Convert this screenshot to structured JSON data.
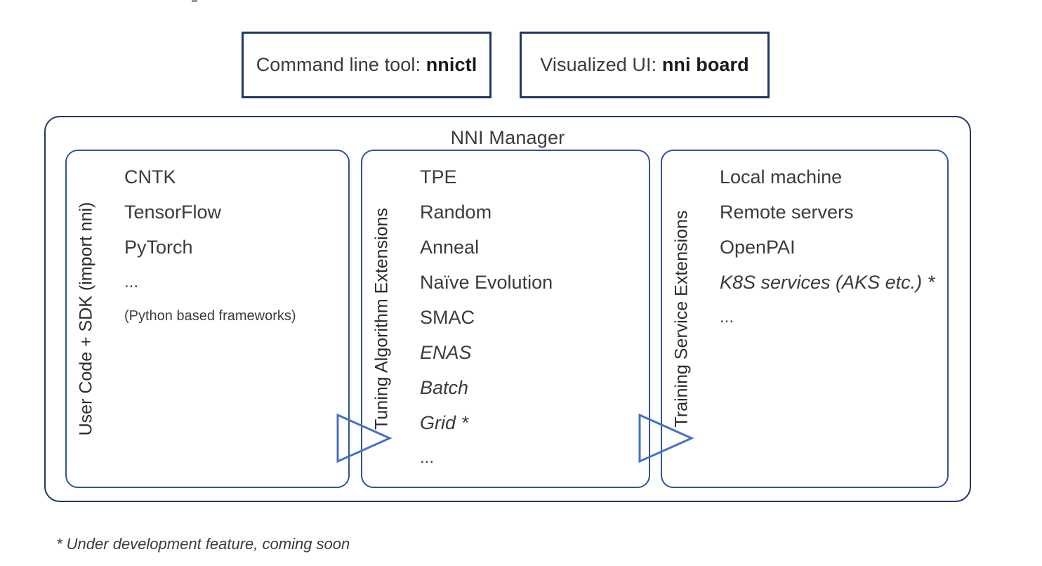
{
  "diagram": {
    "title": "NNI Manager",
    "footnote": "* Under development feature, coming soon",
    "colors": {
      "outer_border": "#1F3864",
      "panel_border": "#2E5597",
      "arrow": "#4472C4",
      "text": "#3b3b3b",
      "background": "#ffffff"
    }
  },
  "top_boxes": [
    {
      "name": "command-line-tool",
      "prefix": "Command line tool: ",
      "strong": "nnictl"
    },
    {
      "name": "visualized-ui",
      "prefix": "Visualized UI: ",
      "strong": "nni board"
    }
  ],
  "panels": [
    {
      "name": "user-code-sdk",
      "vertical_label": "User Code + SDK (import nni)",
      "items": [
        {
          "text": "CNTK",
          "style": "normal"
        },
        {
          "text": "TensorFlow",
          "style": "normal"
        },
        {
          "text": "PyTorch",
          "style": "normal"
        },
        {
          "text": "...",
          "style": "ellipsis"
        },
        {
          "text": "(Python based frameworks)",
          "style": "small"
        }
      ]
    },
    {
      "name": "tuning-algorithm-extensions",
      "vertical_label": "Tuning Algorithm Extensions",
      "items": [
        {
          "text": "TPE",
          "style": "normal"
        },
        {
          "text": "Random",
          "style": "normal"
        },
        {
          "text": "Anneal",
          "style": "normal"
        },
        {
          "text": "Naïve Evolution",
          "style": "normal"
        },
        {
          "text": "SMAC",
          "style": "normal"
        },
        {
          "text": "ENAS",
          "style": "italic"
        },
        {
          "text": "Batch",
          "style": "italic"
        },
        {
          "text": "Grid *",
          "style": "italic"
        },
        {
          "text": "...",
          "style": "ellipsis"
        }
      ]
    },
    {
      "name": "training-service-extensions",
      "vertical_label": "Training Service Extensions",
      "items": [
        {
          "text": "Local machine",
          "style": "normal"
        },
        {
          "text": "Remote servers",
          "style": "normal"
        },
        {
          "text": "OpenPAI",
          "style": "normal"
        },
        {
          "text": "K8S services (AKS etc.) *",
          "style": "italic"
        },
        {
          "text": "...",
          "style": "ellipsis"
        }
      ]
    }
  ],
  "arrows": [
    {
      "name": "arrow-user-to-tuning",
      "direction": "right"
    },
    {
      "name": "arrow-tuning-to-training",
      "direction": "right"
    }
  ]
}
